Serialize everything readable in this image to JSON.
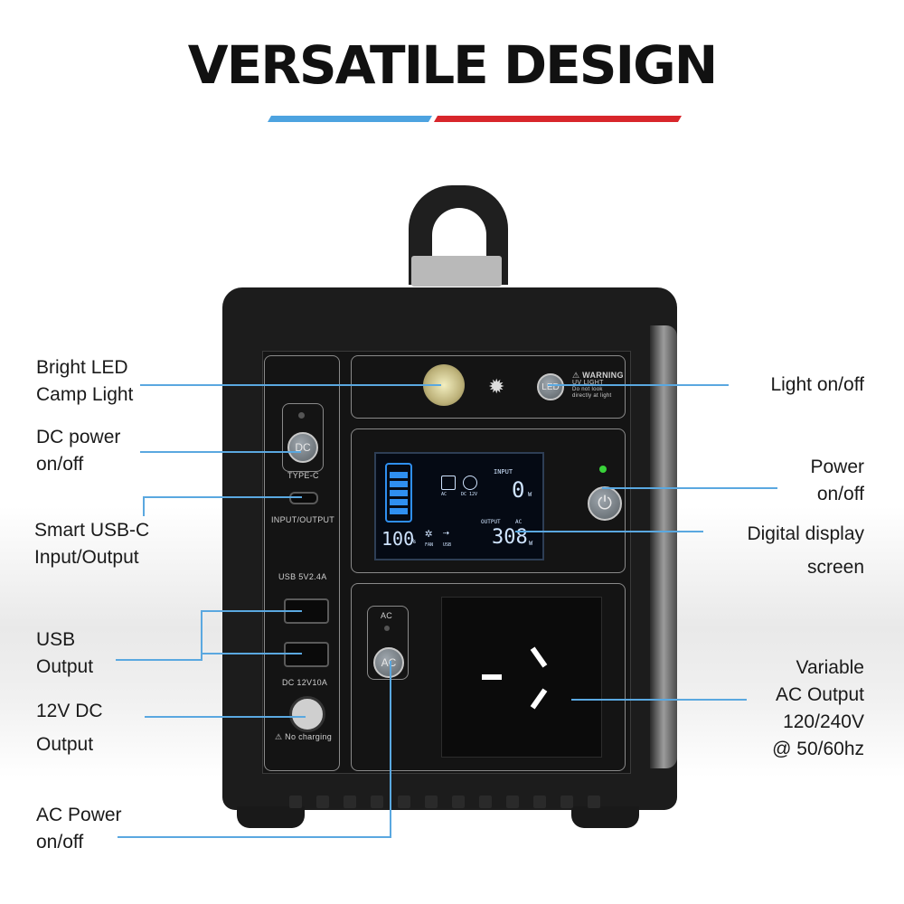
{
  "title": "VERSATILE DESIGN",
  "colors": {
    "accent_blue": "#4da3e0",
    "accent_red": "#d8262b",
    "callout_line": "#5aa8e0"
  },
  "labels": {
    "bright_led": [
      "Bright LED",
      "Camp Light"
    ],
    "dc_power": [
      "DC power",
      "on/off"
    ],
    "usb_c": [
      "Smart USB-C",
      "Input/Output"
    ],
    "usb_output": [
      "USB",
      "Output"
    ],
    "dc12v": [
      "12V DC",
      "Output"
    ],
    "ac_power": [
      "AC Power",
      "on/off"
    ],
    "light_onoff": [
      "Light on/off"
    ],
    "power_onoff": [
      "Power",
      "on/off"
    ],
    "display": [
      "Digital display",
      "screen"
    ],
    "ac_output": [
      "Variable",
      "AC Output",
      "120/240V",
      "@ 50/60hz"
    ]
  },
  "device": {
    "led_button": "LED",
    "warning_title": "WARNING",
    "warning_sub": "UV LIGHT",
    "warning_text": "Do not look directly at light",
    "dc_button": "DC",
    "typec_label": "TYPE-C",
    "io_label": "INPUT/OUTPUT",
    "usb_label": "USB 5V2.4A",
    "dc_label": "DC 12V10A",
    "no_charging": "No charging",
    "ac_label": "AC",
    "ac_button": "AC",
    "lcd": {
      "input_label": "INPUT",
      "input_value": "0",
      "input_unit": "W",
      "battery_percent": "100",
      "percent_sign": "%",
      "output_label": "OUTPUT",
      "ac_label": "AC",
      "output_value": "308",
      "output_unit": "W",
      "ac_small": "AC",
      "dc_small": "DC 12V",
      "fan_small": "FAN",
      "usb_small": "USB"
    }
  }
}
